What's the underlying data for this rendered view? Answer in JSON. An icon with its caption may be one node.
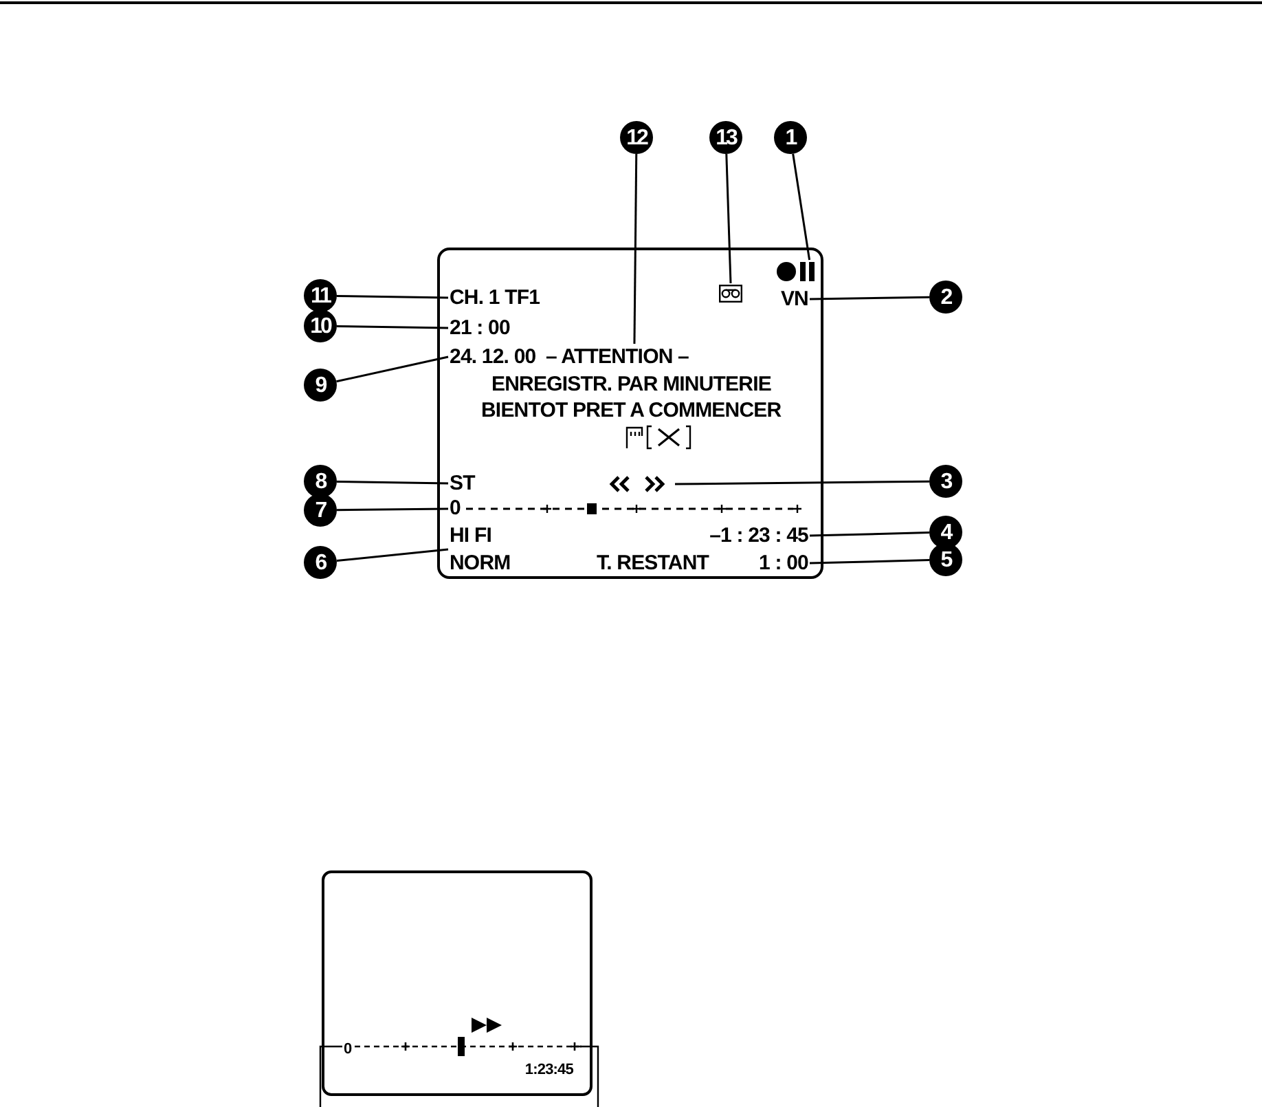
{
  "diagram": {
    "nodes": [
      {
        "text": [
          "12"
        ]
      },
      {
        "text": [
          "13"
        ]
      },
      {
        "text": [
          "1"
        ]
      },
      {
        "text": [],
        "shape": "box"
      },
      {
        "text": [],
        "shape": "circle",
        "in": 3
      },
      {
        "text": [],
        "shape": "picture",
        "in": 3
      },
      {
        "text": [
          "11"
        ]
      },
      {
        "text": [
          "CH. 1 TF1"
        ],
        "in": 3
      },
      {
        "text": [
          "VN"
        ],
        "in": 3
      },
      {
        "text": [
          "2"
        ]
      },
      {
        "text": [
          "10"
        ]
      },
      {
        "text": [
          "21 : 00"
        ],
        "in": 3
      },
      {
        "text": [
          "9"
        ]
      },
      {
        "text": [
          "24. 12. 00"
        ],
        "in": 3
      },
      {
        "text": [
          "– ATTENTION –"
        ],
        "in": 3
      },
      {
        "text": [
          "8"
        ]
      },
      {
        "text": [
          "ST"
        ],
        "in": 3
      },
      {
        "text": [],
        "shape": "picture",
        "in": 3
      },
      {
        "text": [
          "3"
        ]
      },
      {
        "text": [
          "7"
        ]
      },
      {
        "text": [
          "0"
        ],
        "in": 3
      },
      {
        "text": [
          "4"
        ]
      },
      {
        "text": [
          "–1 : 23 : 45"
        ],
        "in": 3
      },
      {
        "text": [
          "6"
        ]
      },
      {
        "text": [
          "HI FI",
          "NORM"
        ],
        "in": 3
      },
      {
        "text": [
          "5"
        ]
      },
      {
        "text": [
          "1 : 00"
        ],
        "in": 3
      },
      {
        "text": [],
        "shape": "box"
      }
    ],
    "edges": [
      {
        "from": 0,
        "to": 14,
        "arrow": "none"
      },
      {
        "from": 1,
        "to": 5,
        "arrow": "none"
      },
      {
        "from": 2,
        "to": 4,
        "arrow": "none"
      },
      {
        "from": 6,
        "to": 7,
        "arrow": "none"
      },
      {
        "from": 9,
        "to": 8,
        "arrow": "none"
      },
      {
        "from": 10,
        "to": 11,
        "arrow": "none"
      },
      {
        "from": 12,
        "to": 13,
        "arrow": "none"
      },
      {
        "from": 15,
        "to": 16,
        "arrow": "none"
      },
      {
        "from": 18,
        "to": 17,
        "arrow": "none"
      },
      {
        "from": 19,
        "to": 20,
        "arrow": "none"
      },
      {
        "from": 21,
        "to": 22,
        "arrow": "none"
      },
      {
        "from": 23,
        "to": 24,
        "arrow": "none"
      },
      {
        "from": 25,
        "to": 26,
        "arrow": "none"
      }
    ],
    "labels": [
      "ENREGISTR. PAR MINUTERIE",
      "BIENTOT PRET A COMMENCER",
      "T. RESTANT",
      "0",
      "1:23:45"
    ]
  }
}
